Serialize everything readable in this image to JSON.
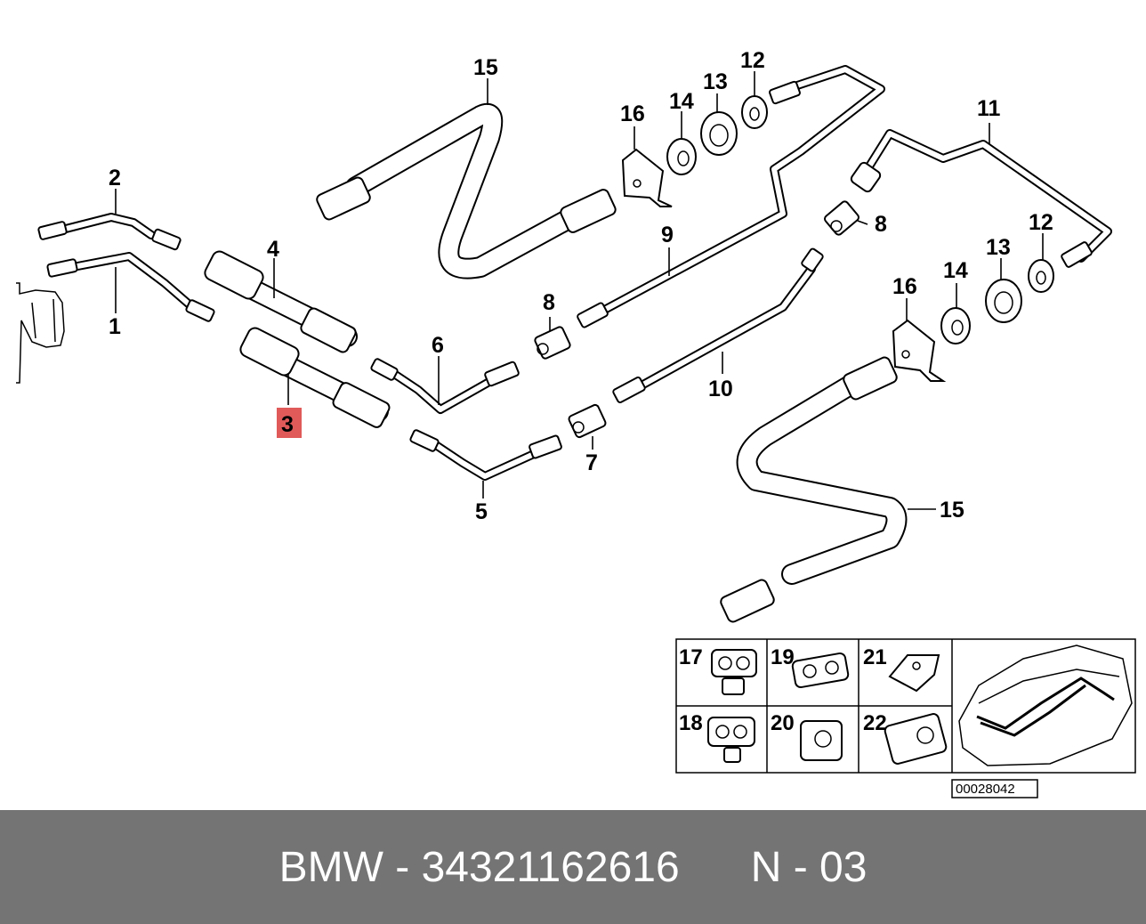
{
  "callouts": {
    "c1": "1",
    "c2": "2",
    "c3": "3",
    "c4": "4",
    "c5": "5",
    "c6": "6",
    "c7": "7",
    "c8a": "8",
    "c8b": "8",
    "c9": "9",
    "c10": "10",
    "c11": "11",
    "c12a": "12",
    "c12b": "12",
    "c13a": "13",
    "c13b": "13",
    "c14a": "14",
    "c14b": "14",
    "c15a": "15",
    "c15b": "15",
    "c16a": "16",
    "c16b": "16"
  },
  "highlight_color": "#e05a5a",
  "inset": {
    "cells": [
      "17",
      "19",
      "21",
      "18",
      "20",
      "22"
    ]
  },
  "reference_number": "00028042",
  "footer": {
    "brand": "BMW",
    "separator": "-",
    "part_number": "34321162616",
    "position": "N - 03"
  }
}
